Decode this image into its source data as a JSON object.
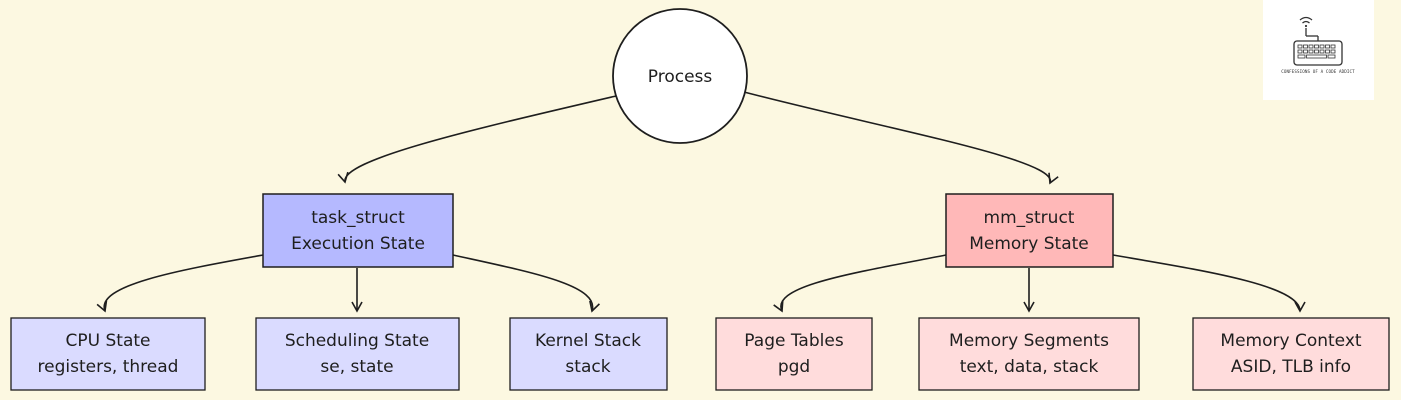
{
  "diagram": {
    "root": {
      "label": "Process"
    },
    "task_struct": {
      "line1": "task_struct",
      "line2": "Execution State"
    },
    "mm_struct": {
      "line1": "mm_struct",
      "line2": "Memory State"
    },
    "children_task": [
      {
        "line1": "CPU State",
        "line2": "registers, thread"
      },
      {
        "line1": "Scheduling State",
        "line2": "se, state"
      },
      {
        "line1": "Kernel Stack",
        "line2": "stack"
      }
    ],
    "children_mm": [
      {
        "line1": "Page Tables",
        "line2": "pgd"
      },
      {
        "line1": "Memory Segments",
        "line2": "text, data, stack"
      },
      {
        "line1": "Memory Context",
        "line2": "ASID, TLB info"
      }
    ]
  },
  "logo": {
    "text": "CONFESSIONS OF A CODE ADDICT",
    "icon": "keyboard-wifi-icon"
  },
  "colors": {
    "background": "#fcf8e1",
    "task_struct_fill": "#b5b9ff",
    "mm_struct_fill": "#ffb8b8",
    "task_child_fill": "#dadbff",
    "mm_child_fill": "#ffdcdc",
    "stroke": "#1e1e1e"
  }
}
